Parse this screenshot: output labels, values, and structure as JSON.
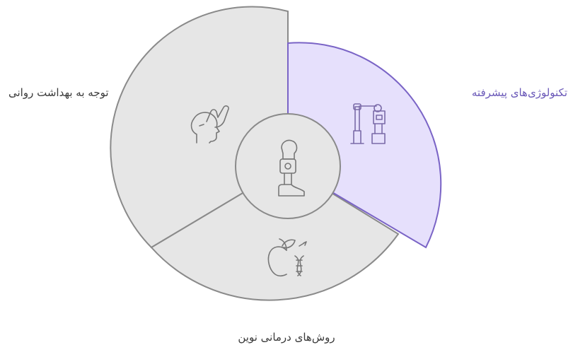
{
  "segments": [
    {
      "label": "توجه به بهداشت روانی",
      "icon": "head-hand-icon",
      "highlighted": false,
      "fill": "#e6e6e6",
      "stroke": "#8a8a8a"
    },
    {
      "label": "تکنولوژی‌های پیشرفته",
      "icon": "robot-arm-icon",
      "highlighted": true,
      "fill": "#e6e0fc",
      "stroke": "#7a64c6"
    },
    {
      "label": "روش‌های درمانی نوین",
      "icon": "apple-dna-icon",
      "highlighted": false,
      "fill": "#e6e6e6",
      "stroke": "#8a8a8a"
    }
  ],
  "center": {
    "icon": "prosthetic-leg-icon",
    "fill": "#e6e6e6",
    "stroke": "#8a8a8a"
  },
  "colors": {
    "highlight_text": "#6a58b8",
    "text": "#3a3a3a",
    "background": "#ffffff"
  }
}
